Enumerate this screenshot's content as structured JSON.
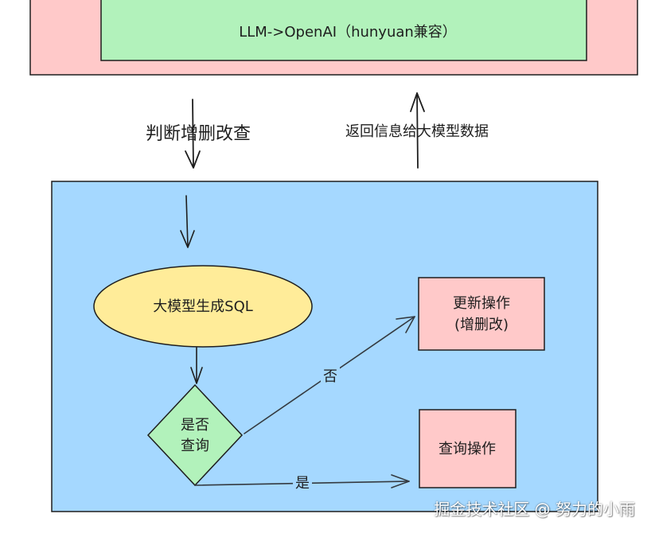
{
  "colors": {
    "pink": "#ffc9c9",
    "green": "#b2f2bb",
    "blue": "#a5d8ff",
    "yellow": "#ffec99",
    "stroke": "#1e1e1e",
    "arrow": "#343a40"
  },
  "nodes": {
    "llm_openai": "LLM->OpenAI（hunyuan兼容）",
    "generate_sql": "大模型生成SQL",
    "is_query_line1": "是否",
    "is_query_line2": "查询",
    "update_op_line1": "更新操作",
    "update_op_line2": "(增删改)",
    "query_op": "查询操作"
  },
  "edges": {
    "judge_crud": "判断增删改查",
    "return_info": "返回信息给大模型数据",
    "no_label": "否",
    "yes_label": "是"
  },
  "watermark": "掘金技术社区 @ 努力的小雨"
}
